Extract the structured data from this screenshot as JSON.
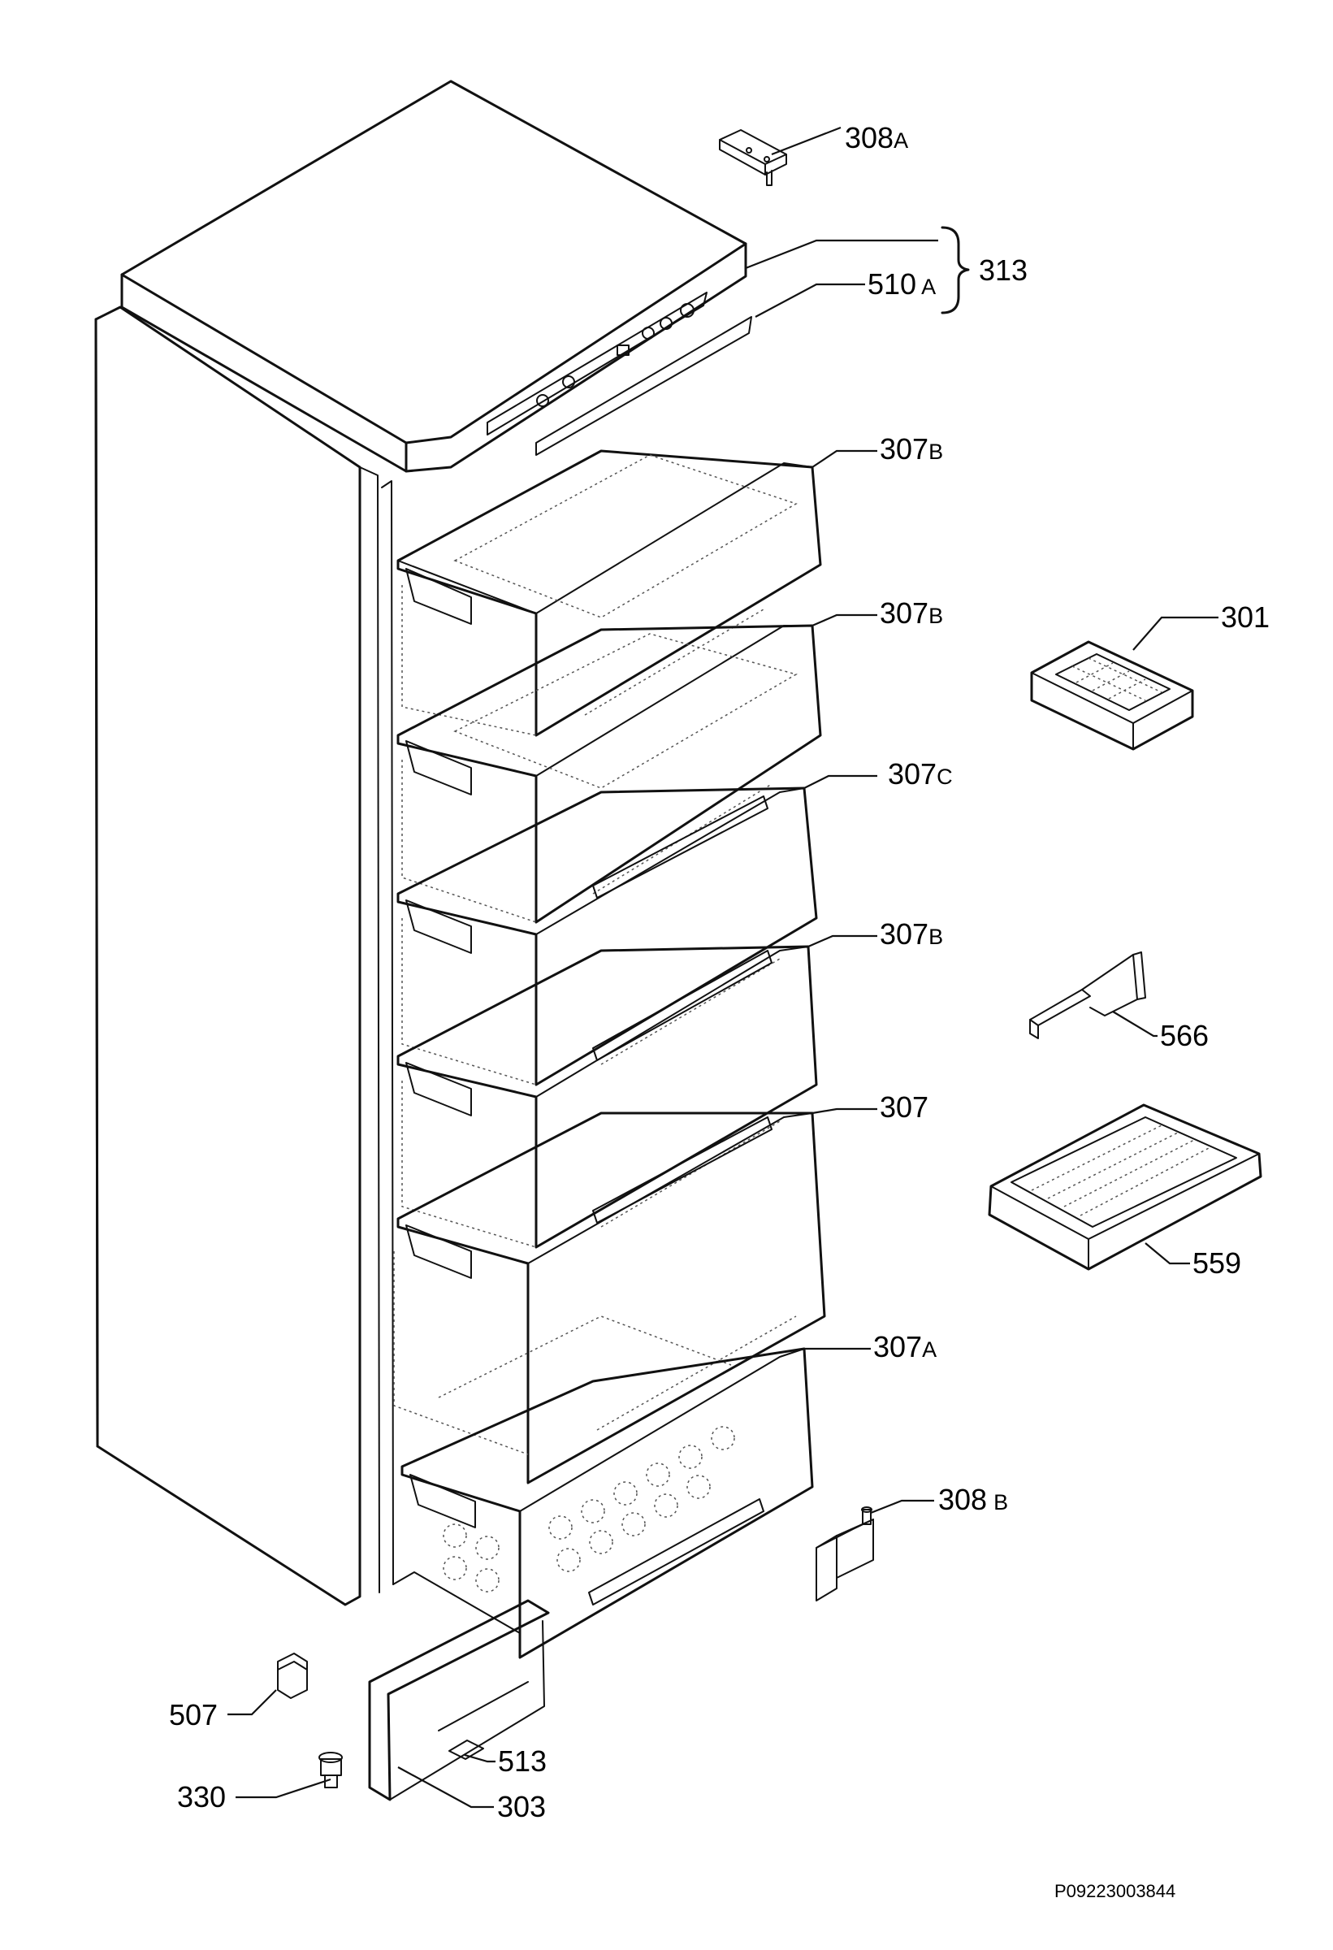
{
  "labels": {
    "l308A": {
      "num": "308",
      "suffix": "A"
    },
    "l313": {
      "num": "313",
      "suffix": ""
    },
    "l510A": {
      "num": "510",
      "suffix": "A"
    },
    "l307B_1": {
      "num": "307",
      "suffix": "B"
    },
    "l307B_2": {
      "num": "307",
      "suffix": "B"
    },
    "l307C": {
      "num": "307",
      "suffix": "C"
    },
    "l307B_3": {
      "num": "307",
      "suffix": "B"
    },
    "l307": {
      "num": "307",
      "suffix": ""
    },
    "l307A": {
      "num": "307",
      "suffix": "A"
    },
    "l308B": {
      "num": "308",
      "suffix": "B"
    },
    "l301": {
      "num": "301",
      "suffix": ""
    },
    "l566": {
      "num": "566",
      "suffix": ""
    },
    "l559": {
      "num": "559",
      "suffix": ""
    },
    "l507": {
      "num": "507",
      "suffix": ""
    },
    "l330": {
      "num": "330",
      "suffix": ""
    },
    "l513": {
      "num": "513",
      "suffix": ""
    },
    "l303": {
      "num": "303",
      "suffix": ""
    }
  },
  "drawing_code": "P09223003844"
}
